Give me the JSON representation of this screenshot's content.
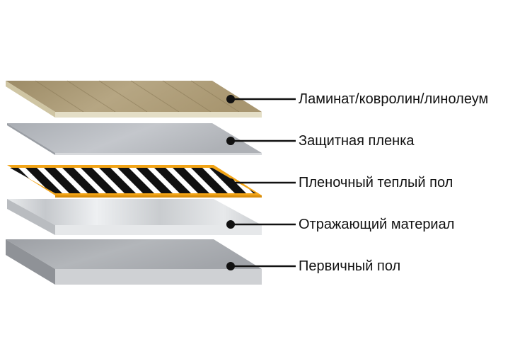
{
  "diagram": {
    "layers": [
      {
        "id": "laminate",
        "label": "Ламинат/ковролин/линолеум",
        "icon": "laminate-layer-icon"
      },
      {
        "id": "film",
        "label": "Защитная пленка",
        "icon": "protective-film-layer-icon"
      },
      {
        "id": "heater",
        "label": "Пленочный теплый пол",
        "icon": "heating-film-layer-icon"
      },
      {
        "id": "reflector",
        "label": "Отражающий материал",
        "icon": "reflective-layer-icon"
      },
      {
        "id": "base",
        "label": "Первичный пол",
        "icon": "subfloor-layer-icon"
      }
    ],
    "colors": {
      "laminate": "#b0a07c",
      "laminate_edge": "#ddd7bf",
      "film": "#b5b8bd",
      "heater_stripe": "#111111",
      "heater_border": "#f2a416",
      "reflector": "#d0d3d7",
      "base": "#a6a9ae",
      "leader": "#111111"
    }
  }
}
